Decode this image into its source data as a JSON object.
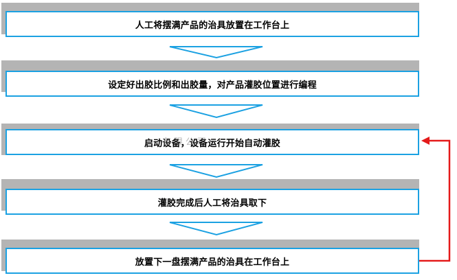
{
  "flow": {
    "steps": [
      {
        "label": "人工将摆满产品的治具放置在工作台上"
      },
      {
        "label": "设定好出胶比例和出胶量，对产品灌胶位置进行编程"
      },
      {
        "label": "启动设备，设备运行开始自动灌胶"
      },
      {
        "label": "灌胶完成后人工将治具取下"
      },
      {
        "label": "放置下一盘摆满产品的治具在工作台上"
      }
    ],
    "watermark": "有限公司",
    "colors": {
      "box_border": "#1ba1e2",
      "shadow": "#b4b4b4",
      "loop_arrow": "#e41a1a"
    }
  }
}
